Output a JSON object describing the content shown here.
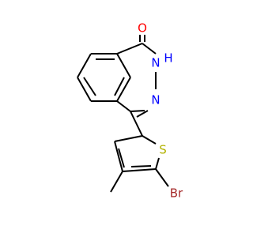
{
  "atoms": {
    "O": "O",
    "H": "H",
    "N_top": "N",
    "N_bottom": "N",
    "S": "S",
    "Br": "Br"
  },
  "colors": {
    "oxygen": "#ff0000",
    "nitrogen": "#0000ff",
    "sulfur": "#b2b200",
    "bromine": "#a52a2a",
    "bond": "#000000",
    "background": "#ffffff"
  }
}
